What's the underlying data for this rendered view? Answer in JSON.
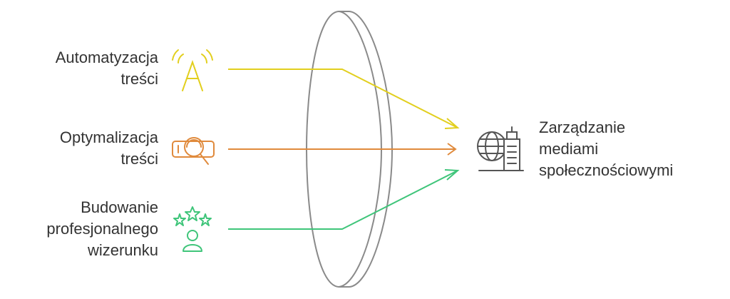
{
  "inputs": [
    {
      "lines": [
        "Automatyzacja",
        "treści"
      ],
      "icon": "broadcast-tower-icon",
      "color": "#e2cf1e"
    },
    {
      "lines": [
        "Optymalizacja",
        "treści"
      ],
      "icon": "vr-headset-search-icon",
      "color": "#e08a3c"
    },
    {
      "lines": [
        "Budowanie",
        "profesjonalnego",
        "wizerunku"
      ],
      "icon": "person-stars-icon",
      "color": "#3fc57a"
    }
  ],
  "output": {
    "lines": [
      "Zarządzanie",
      "mediami",
      "społecznościowymi"
    ],
    "icon": "globe-building-icon",
    "color": "#555555"
  },
  "lens": {
    "icon": "lens-icon",
    "color": "#8a8a8a"
  }
}
